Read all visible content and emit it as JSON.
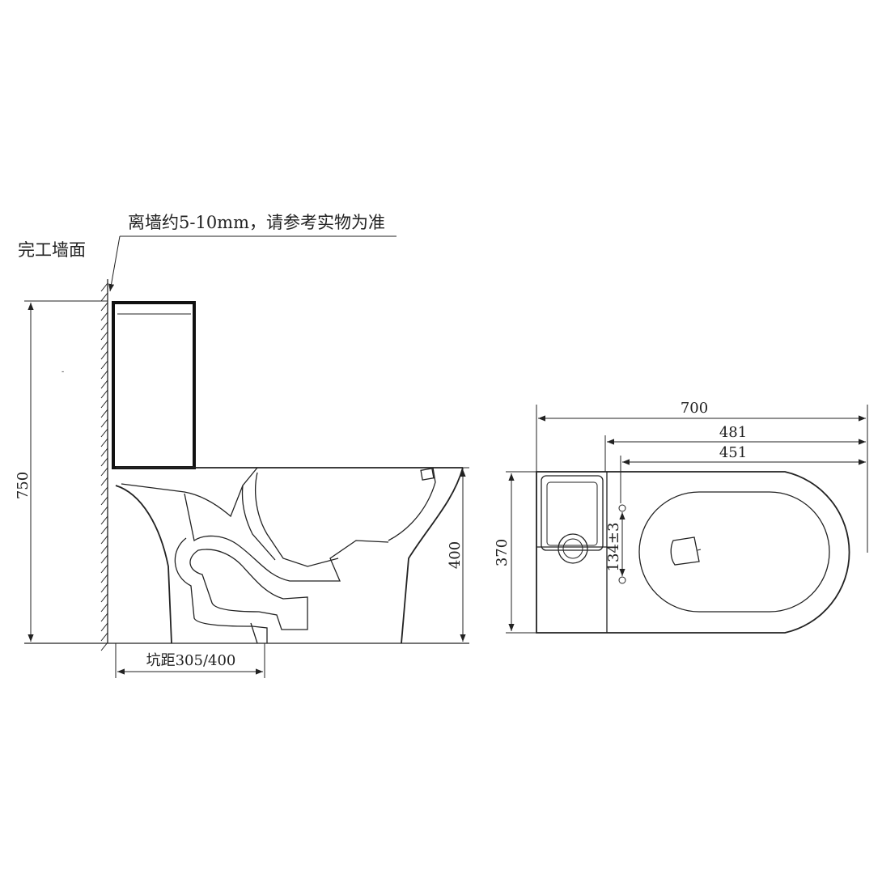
{
  "notes": {
    "wall_gap": "离墙约5-10mm，请参考实物为准",
    "finished_wall": "完工墙面"
  },
  "side_view": {
    "height_total": "750",
    "height_bowl": "400",
    "rough_in": "坑距305/400"
  },
  "top_view": {
    "length_total": "700",
    "length_481": "481",
    "length_451": "451",
    "width": "370",
    "hole_spacing": "134±3"
  }
}
